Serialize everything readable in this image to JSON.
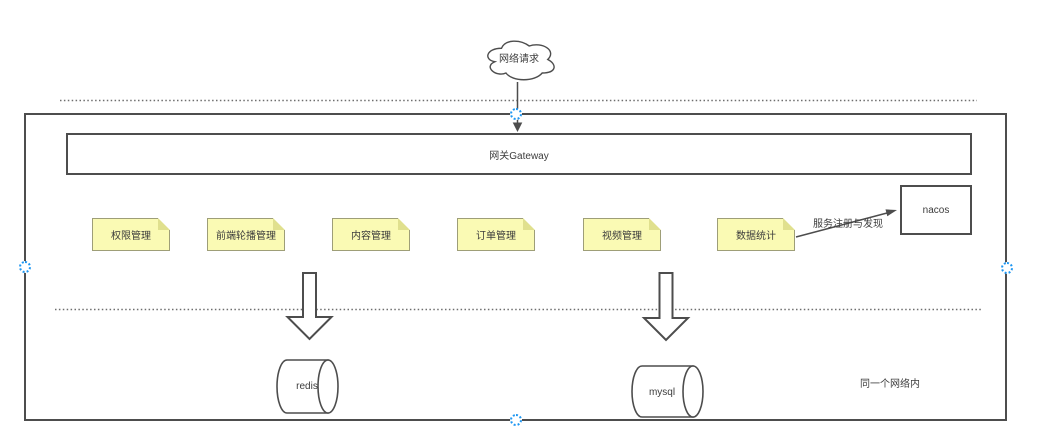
{
  "diagram": {
    "cloud_label": "网络请求",
    "gateway_label": "网关Gateway",
    "nacos_label": "nacos",
    "service_registry_label": "服务注册与发现",
    "redis_label": "redis",
    "mysql_label": "mysql",
    "same_network_label": "同一个网络内"
  },
  "notes": [
    {
      "label": "权限管理"
    },
    {
      "label": "前端轮播管理"
    },
    {
      "label": "内容管理"
    },
    {
      "label": "订单管理"
    },
    {
      "label": "视频管理"
    },
    {
      "label": "数据统计"
    }
  ],
  "colors": {
    "stroke": "#4d4d4d",
    "note_fill": "#fafab4",
    "note_fold": "#e0e08e",
    "selection_handle": "#1f97f2"
  }
}
